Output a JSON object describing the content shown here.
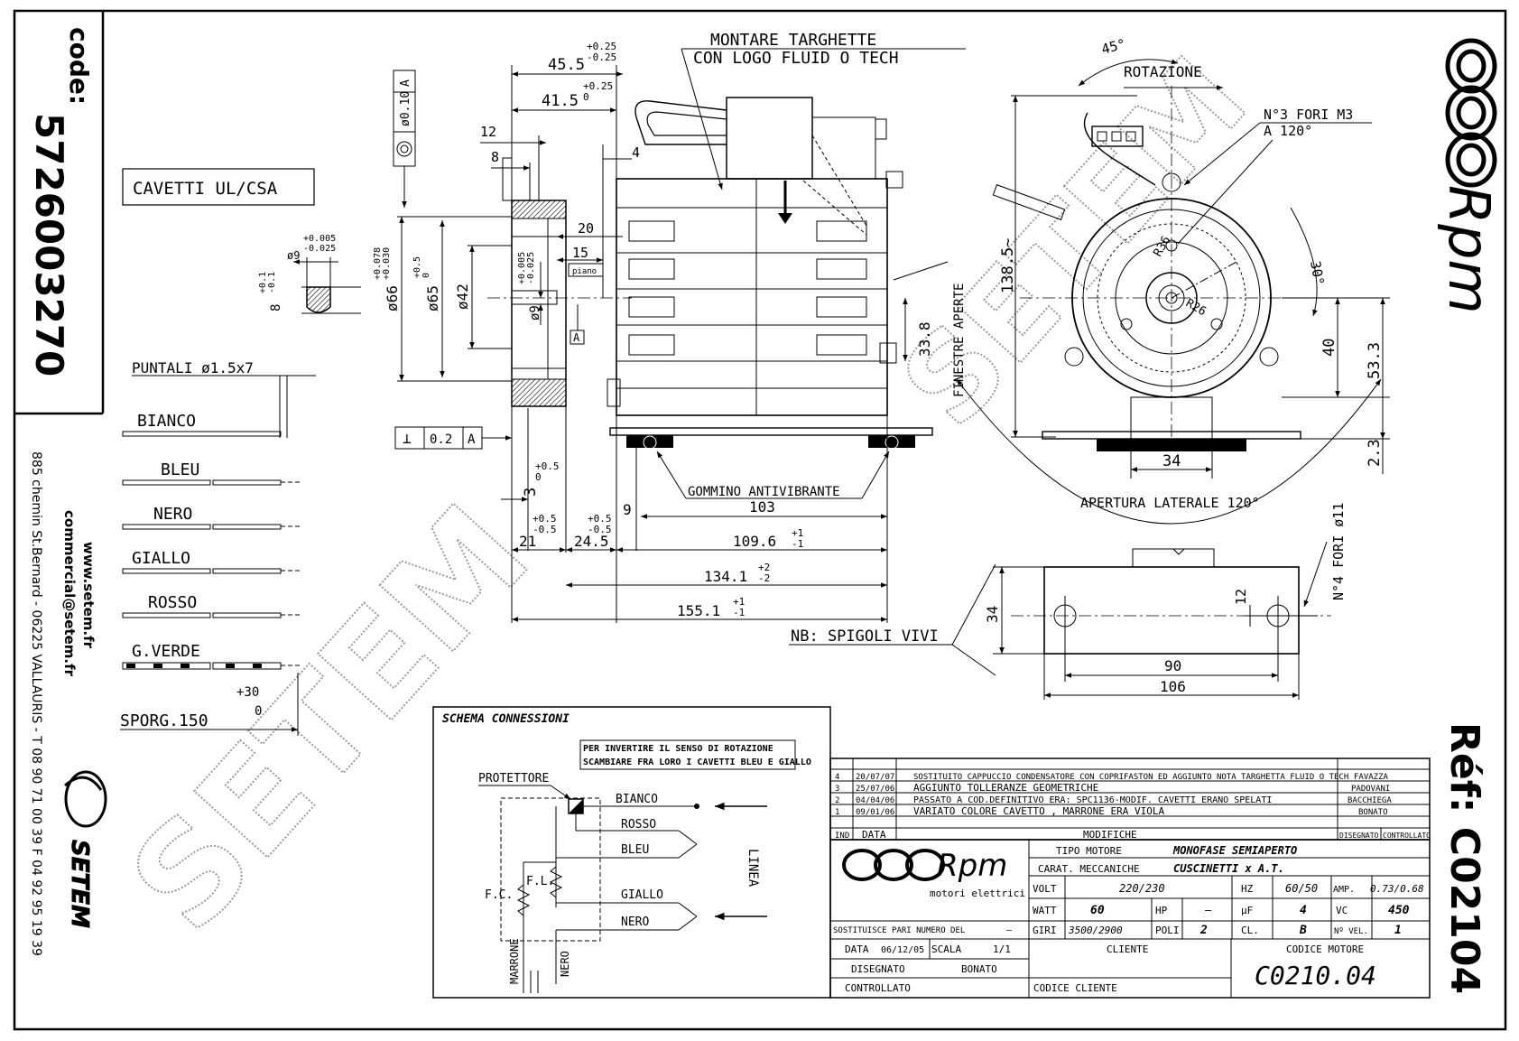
{
  "code_label": "code:",
  "code_value": "5726003270",
  "company": {
    "web": "www.setem.fr",
    "email": "commercial@setem.fr",
    "address": "885 chemin St.Bernard - 06225 VALLAURIS - T 08 90 71 00 39  F 04 92 95 19 39",
    "logo": "SETEM"
  },
  "watermark": "SETEM",
  "brand": "Rpm",
  "ref": "Réf: C02104",
  "cable_box": "CAVETTI UL/CSA",
  "wires": {
    "puntali": "PUNTALI ø1.5x7",
    "items": [
      "BIANCO",
      "BLEU",
      "NERO",
      "GIALLO",
      "ROSSO",
      "G.VERDE"
    ],
    "sporg": "SPORG.150",
    "sporg_tol_up": "+30",
    "sporg_tol_dn": "0"
  },
  "side_view": {
    "montare": [
      "MONTARE TARGHETTE",
      "CON LOGO FLUID O TECH"
    ],
    "dims": {
      "d455": "45.5",
      "d455_up": "+0.25",
      "d455_dn": "-0.25",
      "d415": "41.5",
      "d415_up": "+0.25",
      "d415_dn": "0",
      "d12": "12",
      "d8": "8",
      "d4": "4",
      "d20": "20",
      "d15": "15",
      "piano": "piano",
      "d66": "ø66",
      "d66_tol": "+0.078 +0.030",
      "d65": "ø65",
      "d65_tol": "+0.5 0",
      "d42": "ø42",
      "d9": "ø9",
      "d9_tol": "+0.005 -0.025",
      "d338": "33.8",
      "d3": "3",
      "d3_tol": "+0.5 0",
      "d21": "21",
      "d21_tol": "+0.5 -0.5",
      "d245": "24.5",
      "d245_tol": "+0.5 -0.5",
      "d9b": "9",
      "d103": "103",
      "d1096": "109.6",
      "d1096_tol": "+1 -1",
      "d1341": "134.1",
      "d1341_tol": "+2 -2",
      "d1551": "155.1",
      "d1551_tol": "+1 -1",
      "datum_a": "A"
    },
    "tol_top": [
      "ø0.10",
      "A"
    ],
    "tol_perp": [
      "⊥",
      "0.2",
      "A"
    ],
    "shaft_detail": {
      "d9": "ø9",
      "tol": "+0.005 -0.025",
      "d8": "8",
      "d8_tol": "+0.1 -0.1"
    },
    "gommino": "GOMMINO ANTIVIBRANTE",
    "finestre": "FINESTRE APERTE"
  },
  "front_view": {
    "angle45": "45°",
    "rotazione": "ROTAZIONE",
    "fori": [
      "N°3 FORI M3",
      "A 120°"
    ],
    "d1385": "138.5~",
    "d53": "53.3",
    "d40": "40",
    "d30": "30°",
    "d23": "2.3",
    "d34": "34",
    "r26": "R26",
    "r36": "R36",
    "apertura": "APERTURA LATERALE 120°"
  },
  "foot_view": {
    "d34": "34",
    "d12": "12",
    "d90": "90",
    "d106": "106",
    "fori": "N°4 FORI ø11",
    "nb": "NB: SPIGOLI VIVI"
  },
  "schema": {
    "title": "SCHEMA CONNESSIONI",
    "note": [
      "PER INVERTIRE IL SENSO DI ROTAZIONE",
      "SCAMBIARE FRA LORO I CAVETTI BLEU E GIALLO"
    ],
    "protettore": "PROTETTORE",
    "labels": [
      "BIANCO",
      "ROSSO",
      "BLEU",
      "GIALLO",
      "NERO"
    ],
    "fl": "F.L.",
    "fc": "F.C.",
    "marrone": "MARRONE",
    "nero": "NERO",
    "linea": "LINEA"
  },
  "mods": {
    "rows": [
      {
        "n": "4",
        "date": "20/07/07",
        "text": "SOSTITUITO CAPPUCCIO CONDENSATORE CON COPRIFASTON ED AGGIUNTO NOTA TARGHETTA FLUID O TECH",
        "by": "FAVAZZA"
      },
      {
        "n": "3",
        "date": "25/07/06",
        "text": "AGGIUNTO TOLLERANZE GEOMETRICHE",
        "by": "PADOVANI"
      },
      {
        "n": "2",
        "date": "04/04/06",
        "text": "PASSATO A COD.DEFINITIVO ERA: SPC1136-MODIF. CAVETTI ERANO SPELATI",
        "by": "BACCHIEGA"
      },
      {
        "n": "1",
        "date": "09/01/06",
        "text": "VARIATO COLORE CAVETTO , MARRONE ERA VIOLA",
        "by": "BONATO"
      }
    ],
    "header": {
      "ind": "IND",
      "data": "DATA",
      "mod": "MODIFICHE",
      "dis": "DISEGNATO",
      "con": "CONTROLLATO"
    }
  },
  "title_block": {
    "brand": "Rpm",
    "sub": "motori elettrici",
    "tipo_label": "TIPO MOTORE",
    "tipo": "MONOFASE SEMIAPERTO",
    "carat_label": "CARAT. MECCANICHE",
    "carat": "CUSCINETTI x A.T.",
    "volt_label": "VOLT",
    "volt": "220/230",
    "hz_label": "HZ",
    "hz": "60/50",
    "amp_label": "AMP.",
    "amp": "0.73/0.68",
    "watt_label": "WATT",
    "watt": "60",
    "hp_label": "HP",
    "hp": "—",
    "uf_label": "µF",
    "uf": "4",
    "vc_label": "VC",
    "vc": "450",
    "giri_label": "GIRI",
    "giri": "3500/2900",
    "poli_label": "POLI",
    "poli": "2",
    "cl_label": "CL.",
    "cl": "B",
    "vel_label": "Nº VEL.",
    "vel": "1",
    "sost_label": "SOSTITUISCE PARI NUMERO DEL",
    "sost": "—",
    "data_label": "DATA",
    "data": "06/12/05",
    "scala_label": "SCALA",
    "scala": "1/1",
    "cliente_label": "CLIENTE",
    "codice_motore_label": "CODICE MOTORE",
    "codice_motore": "C0210.04",
    "disegnato_label": "DISEGNATO",
    "disegnato": "BONATO",
    "controllato_label": "CONTROLLATO",
    "codice_cliente_label": "CODICE CLIENTE"
  }
}
